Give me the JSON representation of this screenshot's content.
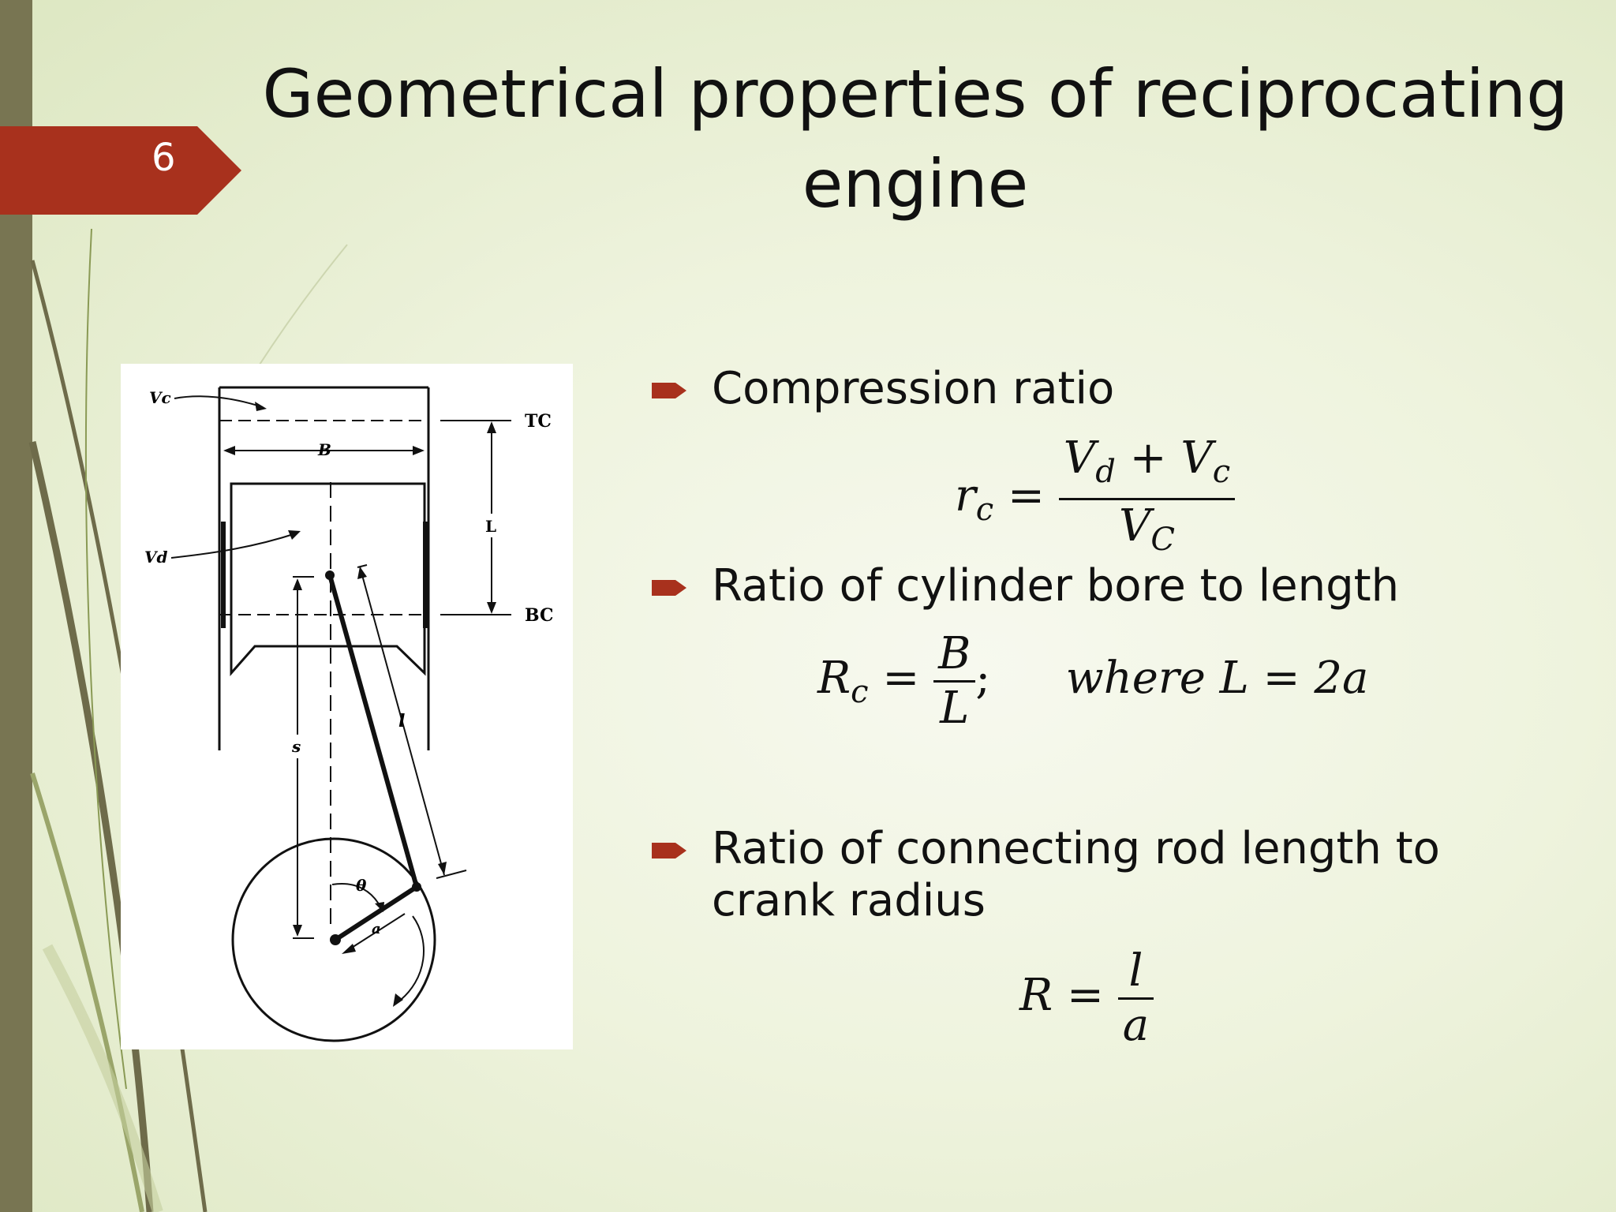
{
  "slide": {
    "number": "6",
    "title_line1": "Geometrical properties of reciprocating",
    "title_line2": "engine"
  },
  "diagram": {
    "labels": {
      "vc": "Vc",
      "vd": "Vd",
      "tc": "TC",
      "bc": "BC",
      "bore": "B",
      "stroke": "L",
      "s": "s",
      "rod": "l",
      "theta": "θ",
      "crank": "a"
    }
  },
  "bullets": [
    {
      "text": "Compression ratio"
    },
    {
      "text": "Ratio of cylinder bore to length"
    },
    {
      "text": "Ratio of connecting rod length to crank radius"
    }
  ],
  "formulas": {
    "compression": {
      "lhs": "r",
      "lhs_sub": "c",
      "num_a": "V",
      "num_a_sub": "d",
      "plus": "+",
      "num_b": "V",
      "num_b_sub": "c",
      "den": "V",
      "den_sub": "C"
    },
    "bore": {
      "lhs": "R",
      "lhs_sub": "c",
      "num": "B",
      "den": "L",
      "semicolon": ";",
      "where": "where L = 2a"
    },
    "rod": {
      "lhs": "R",
      "num": "l",
      "den": "a"
    }
  },
  "colors": {
    "accent": "#a8311d",
    "left_bar": "#787552",
    "text": "#111111"
  }
}
